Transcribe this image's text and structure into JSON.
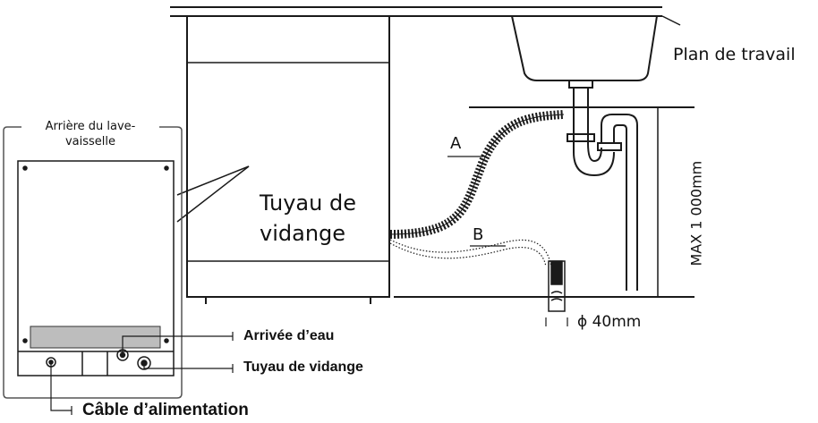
{
  "labels": {
    "worktop": "Plan de travail",
    "back_title": "Arrière du lave-vaisselle",
    "drain_hose_main": "Tuyau de vidange",
    "hose_a": "A",
    "hose_b": "B",
    "max_height": "MAX 1 000mm",
    "diameter": "ϕ 40mm",
    "water_inlet": "Arrivée d’eau",
    "drain_hose_small": "Tuyau de vidange",
    "power_cable": "Câble d’alimentation"
  },
  "colors": {
    "line": "#1a1a1a",
    "panel_border": "#555555"
  }
}
